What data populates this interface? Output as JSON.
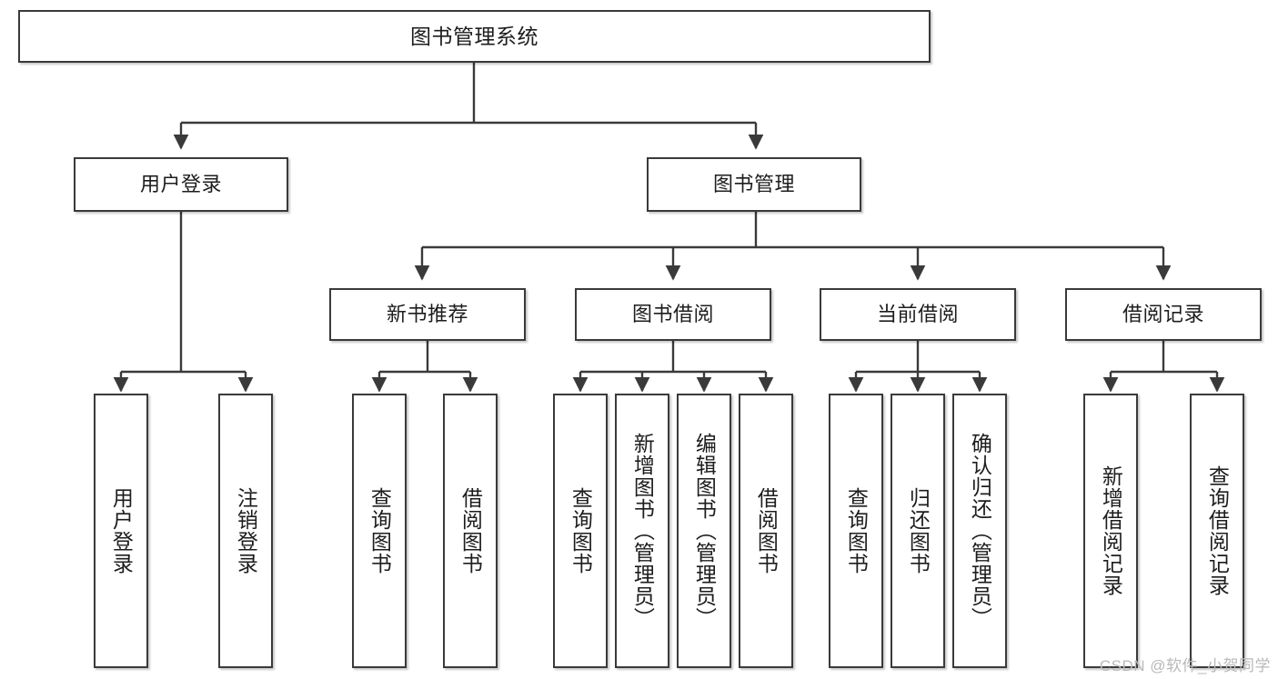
{
  "diagram": {
    "title": "图书管理系统",
    "watermark": "CSDN @软件_小贺同学",
    "line_color": "#3a3a3a",
    "box_fill": "#ffffff",
    "text_color": "#1d1d1d",
    "watermark_color": "#b9b9b9"
  },
  "nodes": {
    "root": {
      "label": "图书管理系统",
      "level": 1
    },
    "l2": [
      {
        "label": "用户登录",
        "level": 2
      },
      {
        "label": "图书管理",
        "level": 2
      }
    ],
    "l3": [
      {
        "label": "新书推荐",
        "level": 3
      },
      {
        "label": "图书借阅",
        "level": 3
      },
      {
        "label": "当前借阅",
        "level": 3
      },
      {
        "label": "借阅记录",
        "level": 3
      }
    ],
    "leaves_login": [
      {
        "label": "用户登录",
        "level": 3
      },
      {
        "label": "注销登录",
        "level": 3
      }
    ],
    "leaves_newbook": [
      {
        "label": "查询图书",
        "level": 4
      },
      {
        "label": "借阅图书",
        "level": 4
      }
    ],
    "leaves_borrow": [
      {
        "label": "查询图书",
        "level": 4
      },
      {
        "label": "新增图书（管理员）",
        "level": 4
      },
      {
        "label": "编辑图书（管理员）",
        "level": 4
      },
      {
        "label": "借阅图书",
        "level": 4
      }
    ],
    "leaves_current": [
      {
        "label": "查询图书",
        "level": 4
      },
      {
        "label": "归还图书",
        "level": 4
      },
      {
        "label": "确认归还（管理员）",
        "level": 4
      }
    ],
    "leaves_records": [
      {
        "label": "新增借阅记录",
        "level": 4
      },
      {
        "label": "查询借阅记录",
        "level": 4
      }
    ]
  }
}
